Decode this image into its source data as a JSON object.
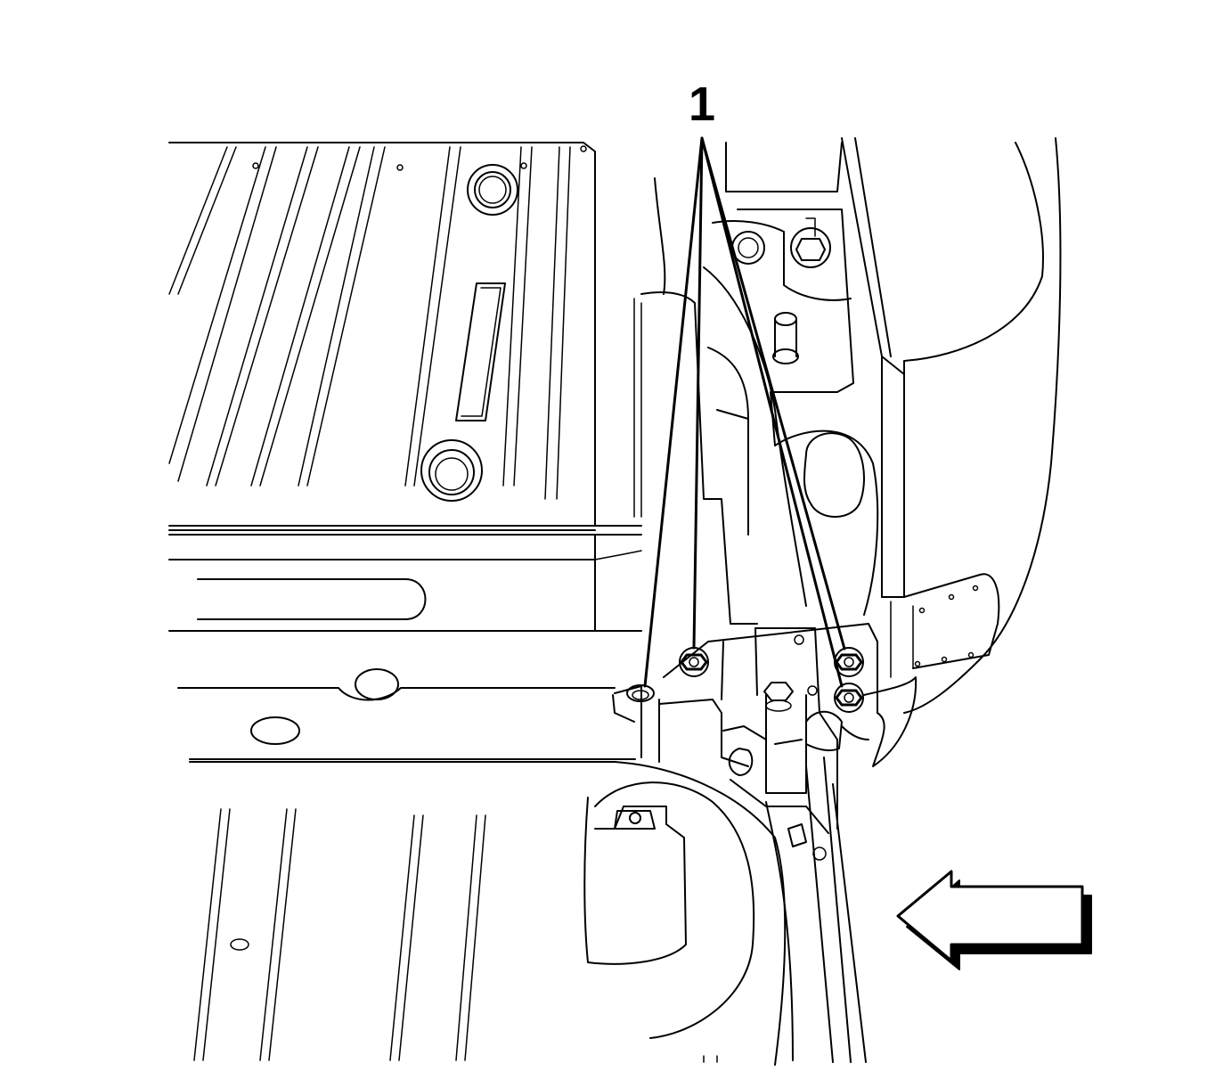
{
  "diagram": {
    "callouts": [
      {
        "id": "callout-1",
        "label": "1"
      }
    ],
    "direction_arrow": {
      "points": "left"
    },
    "colors": {
      "ink": "#000000",
      "paper": "#ffffff"
    }
  }
}
